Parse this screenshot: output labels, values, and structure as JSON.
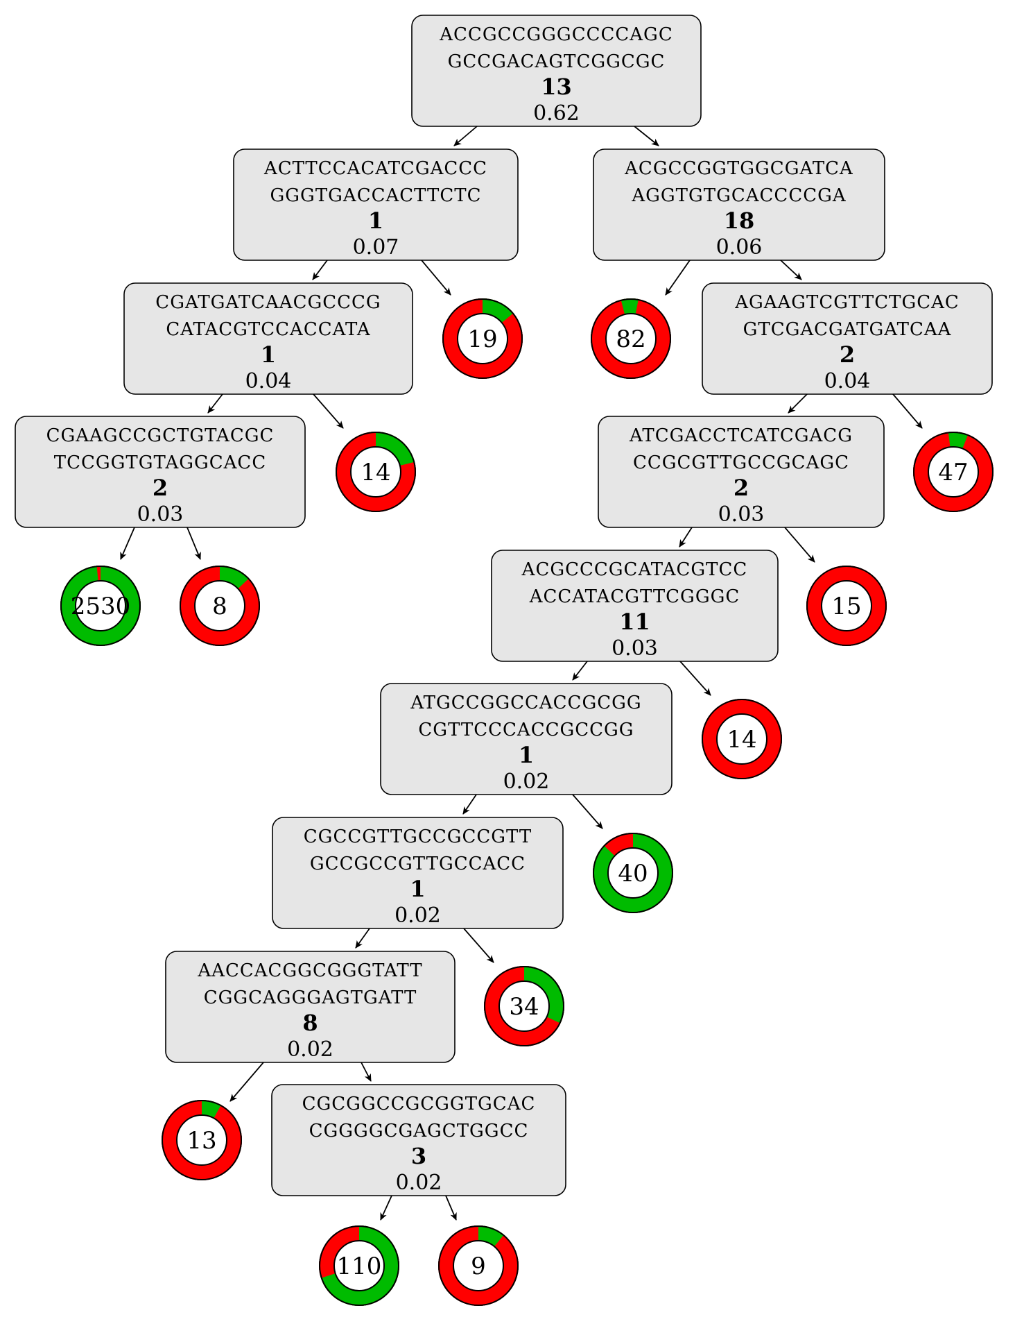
{
  "colors": {
    "red": "#ff0000",
    "green": "#00bb00",
    "box": "#e6e6e6"
  },
  "nodes": [
    {
      "id": "n0",
      "seq1": "ACCGCCGGGCCCCAGC",
      "seq2": "GCCGACAGTCGGCGC",
      "value": "13",
      "score": "0.62"
    },
    {
      "id": "n1",
      "seq1": "ACTTCCACATCGACCC",
      "seq2": "GGGTGACCACTTCTC",
      "value": "1",
      "score": "0.07"
    },
    {
      "id": "n2",
      "seq1": "ACGCCGGTGGCGATCA",
      "seq2": "AGGTGTGCACCCCGA",
      "value": "18",
      "score": "0.06"
    },
    {
      "id": "n3",
      "seq1": "CGATGATCAACGCCCG",
      "seq2": "CATACGTCCACCATA",
      "value": "1",
      "score": "0.04"
    },
    {
      "id": "n4",
      "seq1": "AGAAGTCGTTCTGCAC",
      "seq2": "GTCGACGATGATCAA",
      "value": "2",
      "score": "0.04"
    },
    {
      "id": "n5",
      "seq1": "CGAAGCCGCTGTACGC",
      "seq2": "TCCGGTGTAGGCACC",
      "value": "2",
      "score": "0.03"
    },
    {
      "id": "n6",
      "seq1": "ATCGACCTCATCGACG",
      "seq2": "CCGCGTTGCCGCAGC",
      "value": "2",
      "score": "0.03"
    },
    {
      "id": "n7",
      "seq1": "ACGCCCGCATACGTCC",
      "seq2": "ACCATACGTTCGGGC",
      "value": "11",
      "score": "0.03"
    },
    {
      "id": "n8",
      "seq1": "ATGCCGGCCACCGCGG",
      "seq2": "CGTTCCCACCGCCGG",
      "value": "1",
      "score": "0.02"
    },
    {
      "id": "n9",
      "seq1": "CGCCGTTGCCGCCGTT",
      "seq2": "GCCGCCGTTGCCACC",
      "value": "1",
      "score": "0.02"
    },
    {
      "id": "n10",
      "seq1": "AACCACGGCGGGTATT",
      "seq2": "CGGCAGGGAGTGATT",
      "value": "8",
      "score": "0.02"
    },
    {
      "id": "n11",
      "seq1": "CGCGGCCGCGGTGCAC",
      "seq2": "CGGGGCGAGCTGGCC",
      "value": "3",
      "score": "0.02"
    }
  ],
  "leaves": [
    {
      "id": "l1",
      "count": "19",
      "green_start": 0,
      "green_end": 0.14
    },
    {
      "id": "l2",
      "count": "82",
      "green_start": 0.96,
      "green_end": 1.03
    },
    {
      "id": "l3",
      "count": "14",
      "green_start": 0,
      "green_end": 0.21
    },
    {
      "id": "l4",
      "count": "47",
      "green_start": 0.98,
      "green_end": 1.06
    },
    {
      "id": "l5",
      "count": "2530",
      "green_start": 0,
      "green_end": 0.985
    },
    {
      "id": "l6",
      "count": "8",
      "green_start": 0,
      "green_end": 0.13
    },
    {
      "id": "l7",
      "count": "15",
      "green_start": 0,
      "green_end": 0
    },
    {
      "id": "l8",
      "count": "14",
      "green_start": 0,
      "green_end": 0
    },
    {
      "id": "l9",
      "count": "40",
      "green_start": 0,
      "green_end": 0.87
    },
    {
      "id": "l10",
      "count": "34",
      "green_start": 0,
      "green_end": 0.32
    },
    {
      "id": "l11",
      "count": "13",
      "green_start": 0,
      "green_end": 0.08
    },
    {
      "id": "l12",
      "count": "110",
      "green_start": 0,
      "green_end": 0.7
    },
    {
      "id": "l13",
      "count": "9",
      "green_start": 0,
      "green_end": 0.11
    }
  ]
}
